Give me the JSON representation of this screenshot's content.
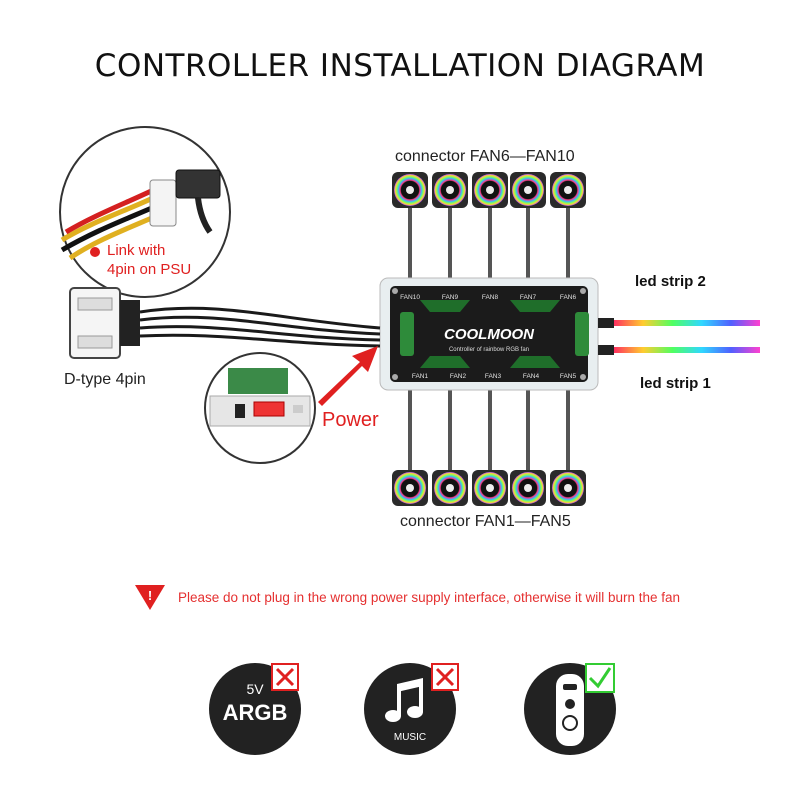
{
  "title": "CONTROLLER INSTALLATION DIAGRAM",
  "labels": {
    "connector_top": "connector  FAN6—FAN10",
    "connector_bottom": "connector  FAN1—FAN5",
    "led_strip_2": "led strip 2",
    "led_strip_1": "led strip 1",
    "dtype": "D-type 4pin",
    "power": "Power",
    "link_line1": "Link with",
    "link_line2": "4pin on PSU"
  },
  "hub": {
    "brand": "COOLMOON",
    "subtitle": "Controller of rainbow RGB fan",
    "top_ports": [
      "FAN10",
      "FAN9",
      "FAN8",
      "FAN7",
      "FAN6"
    ],
    "bottom_ports": [
      "FAN1",
      "FAN2",
      "FAN3",
      "FAN4",
      "FAN5"
    ]
  },
  "warning": "Please do not plug in the wrong power supply interface, otherwise it will burn the fan",
  "icons": [
    {
      "name": "5v-argb-icon",
      "line1": "5V",
      "line2": "ARGB",
      "status": "x"
    },
    {
      "name": "music-icon",
      "line1": "MUSIC",
      "status": "x"
    },
    {
      "name": "remote-control-icon",
      "status": "check"
    }
  ],
  "colors": {
    "red": "#e02020",
    "green": "#33cc33",
    "hub_dark": "#1b1b1b"
  }
}
